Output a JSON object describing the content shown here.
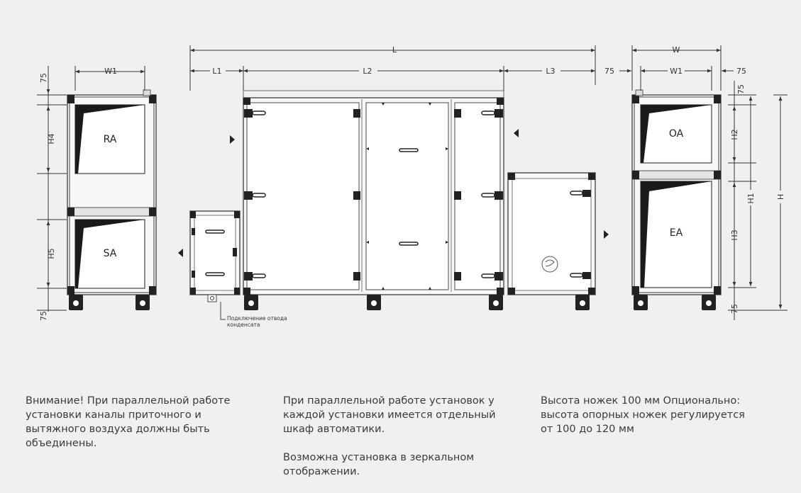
{
  "dimensions": {
    "L": "L",
    "L1": "L1",
    "L2": "L2",
    "L3": "L3",
    "W": "W",
    "W1": "W1",
    "H": "H",
    "H1": "H1",
    "H2": "H2",
    "H3": "H3",
    "H4": "H4",
    "H5": "H5",
    "d75": "75"
  },
  "ports": {
    "RA": "RA",
    "SA": "SA",
    "OA": "OA",
    "EA": "EA"
  },
  "condensate_label": [
    "Подключение отвода",
    "конденсата"
  ],
  "notes": {
    "col1": "Внимание! При параллельной работе установки каналы приточного и вытяжного воздуха должны быть объединены.",
    "col2_p1": "При параллельной работе установок у каждой установки имеется отдельный шкаф автоматики.",
    "col2_p2": "Возможна установка в зеркальном отображении.",
    "col3": "Высота ножек 100 мм Опционально: высота опорных ножек регулируется от 100 до 120 мм"
  }
}
